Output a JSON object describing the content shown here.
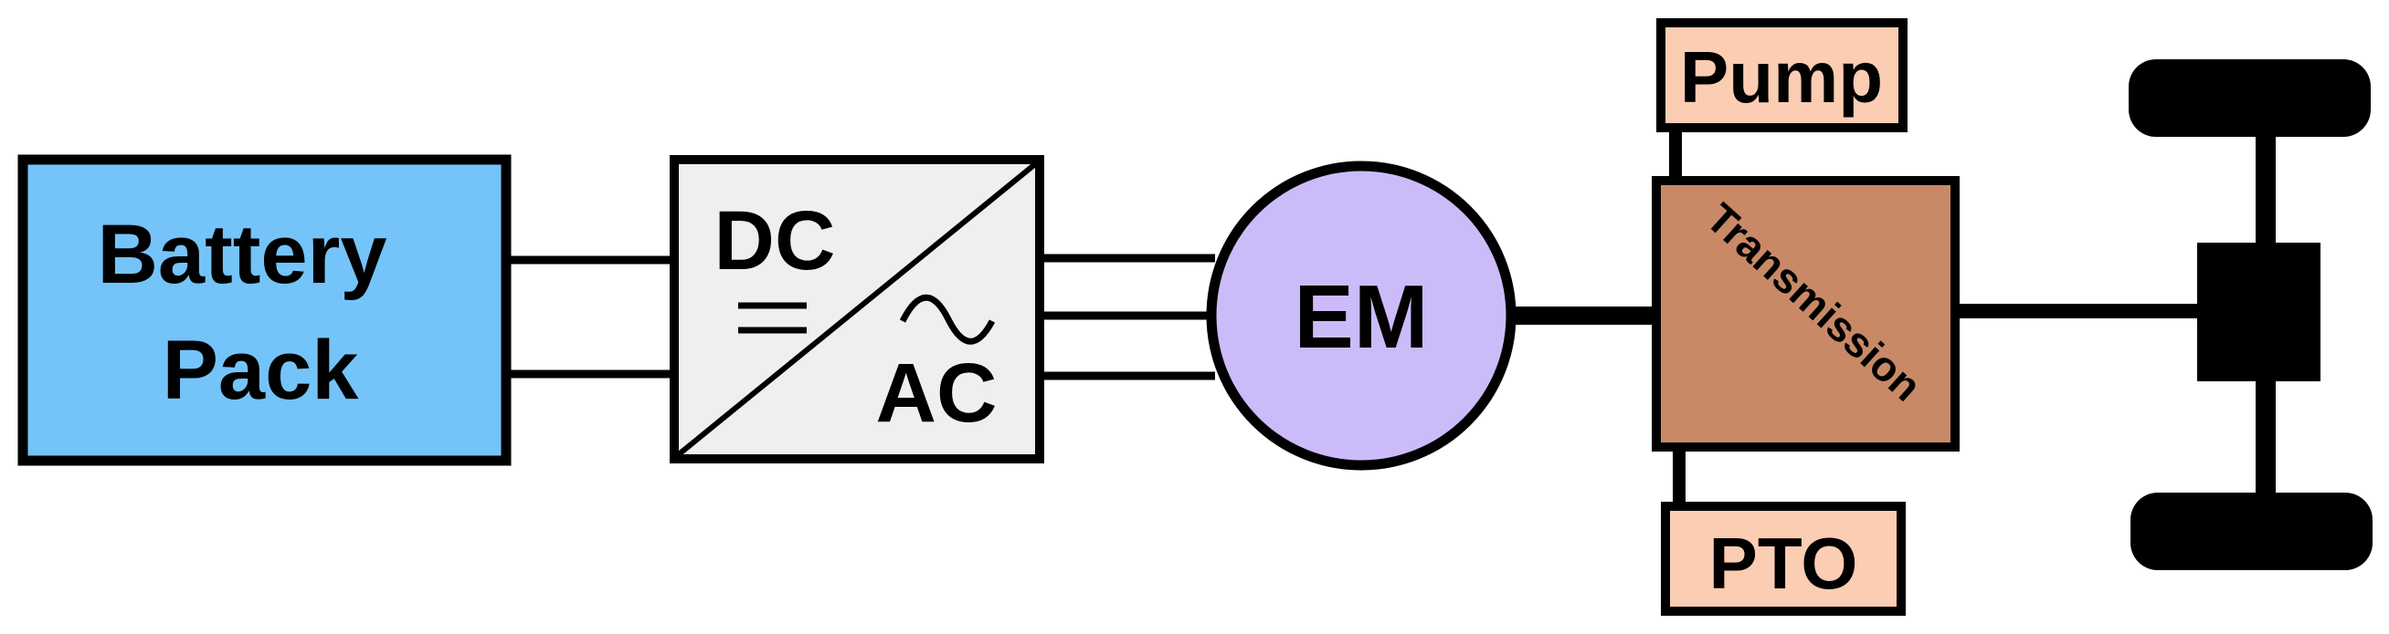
{
  "battery": {
    "line1": "Battery",
    "line2": "Pack",
    "fill": "#74c4f9"
  },
  "converter": {
    "top": "DC",
    "bottom": "AC",
    "fill": "#efefef"
  },
  "motor": {
    "label": "EM",
    "fill": "#cbbcf9"
  },
  "transmission": {
    "label": "Transmission",
    "fill": "#c98966"
  },
  "pump": {
    "label": "Pump",
    "fill": "#fbcdb3"
  },
  "pto": {
    "label": "PTO",
    "fill": "#fbcdb3"
  },
  "colors": {
    "stroke": "#000000",
    "axle": "#000000"
  }
}
